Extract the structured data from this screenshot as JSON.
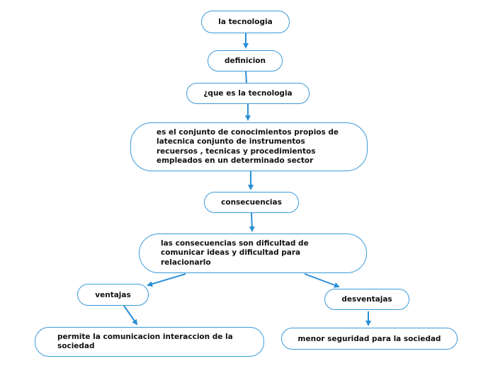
{
  "nodes": {
    "tecnologia": "la tecnologia",
    "definicion": "definicion",
    "que_es": "¿que es la tecnologia",
    "definicion_text": "es el conjunto de conocimientos propios de latecnica conjunto de instrumentos recuersos , tecnicas y procedimientos empleados en un determinado sector",
    "consecuencias": "consecuencias",
    "consecuencias_text": "las consecuencias son dificultad de comunicar ideas y dificultad para relacionarlo",
    "ventajas": "ventajas",
    "ventajas_text": "permite la comunicacion interaccion de la sociedad",
    "desventajas": "desventajas",
    "desventajas_text": "menor seguridad para la sociedad"
  },
  "colors": {
    "border": "#3a9ad9",
    "arrow": "#2a8fd6"
  }
}
